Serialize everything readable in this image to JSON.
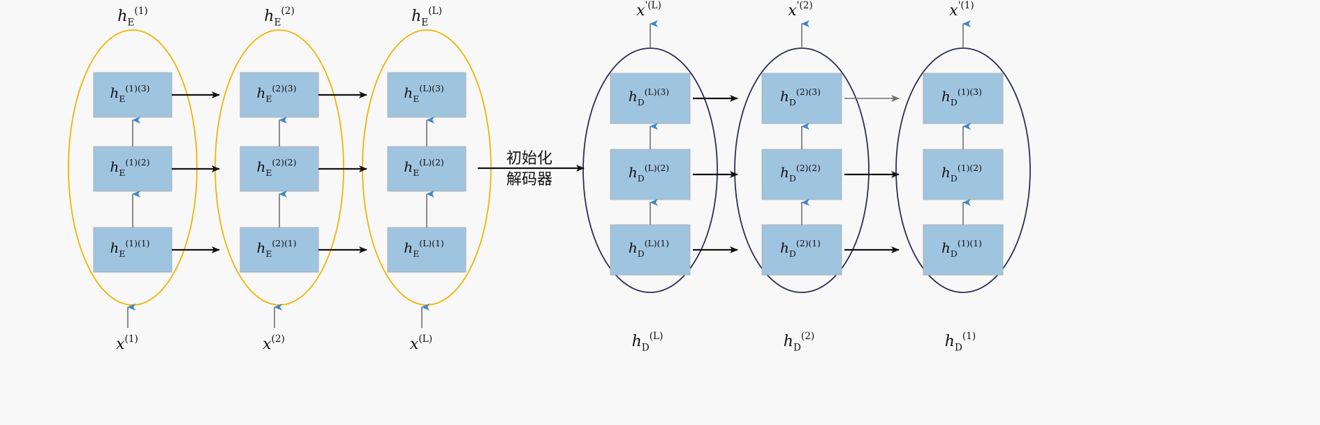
{
  "diagram": {
    "colors": {
      "background": "#f8f8f8",
      "box_fill": "#9fc4e0",
      "box_edge": "#b0b0b0",
      "encoder_ellipse": "#f0b400",
      "decoder_ellipse": "#2b2d5a",
      "arrow_black": "#111111",
      "arrow_gray": "#707070",
      "arrow_head_blue": "#3f86cc"
    },
    "bridge_label": {
      "line1": "初始化",
      "line2": "解码器"
    },
    "encoder": [
      {
        "top_label": {
          "base": "h",
          "sub": "E",
          "sup": "(1)"
        },
        "input_label": {
          "base": "x",
          "sup": "(1)"
        },
        "cells": [
          {
            "base": "h",
            "sub": "E",
            "sup": "(1)(3)"
          },
          {
            "base": "h",
            "sub": "E",
            "sup": "(1)(2)"
          },
          {
            "base": "h",
            "sub": "E",
            "sup": "(1)(1)"
          }
        ]
      },
      {
        "top_label": {
          "base": "h",
          "sub": "E",
          "sup": "(2)"
        },
        "input_label": {
          "base": "x",
          "sup": "(2)"
        },
        "cells": [
          {
            "base": "h",
            "sub": "E",
            "sup": "(2)(3)"
          },
          {
            "base": "h",
            "sub": "E",
            "sup": "(2)(2)"
          },
          {
            "base": "h",
            "sub": "E",
            "sup": "(2)(1)"
          }
        ]
      },
      {
        "top_label": {
          "base": "h",
          "sub": "E",
          "sup": "(L)"
        },
        "input_label": {
          "base": "x",
          "sup": "(L)"
        },
        "cells": [
          {
            "base": "h",
            "sub": "E",
            "sup": "(L)(3)"
          },
          {
            "base": "h",
            "sub": "E",
            "sup": "(L)(2)"
          },
          {
            "base": "h",
            "sub": "E",
            "sup": "(L)(1)"
          }
        ]
      }
    ],
    "decoder": [
      {
        "output_label": {
          "base": "x",
          "sup": "'(L)"
        },
        "bottom_label": {
          "base": "h",
          "sub": "D",
          "sup": "(L)"
        },
        "cells": [
          {
            "base": "h",
            "sub": "D",
            "sup": "(L)(3)"
          },
          {
            "base": "h",
            "sub": "D",
            "sup": "(L)(2)"
          },
          {
            "base": "h",
            "sub": "D",
            "sup": "(L)(1)"
          }
        ]
      },
      {
        "output_label": {
          "base": "x",
          "sup": "'(2)"
        },
        "bottom_label": {
          "base": "h",
          "sub": "D",
          "sup": "(2)"
        },
        "cells": [
          {
            "base": "h",
            "sub": "D",
            "sup": "(2)(3)"
          },
          {
            "base": "h",
            "sub": "D",
            "sup": "(2)(2)"
          },
          {
            "base": "h",
            "sub": "D",
            "sup": "(2)(1)"
          }
        ]
      },
      {
        "output_label": {
          "base": "x",
          "sup": "'(1)"
        },
        "bottom_label": {
          "base": "h",
          "sub": "D",
          "sup": "(1)"
        },
        "cells": [
          {
            "base": "h",
            "sub": "D",
            "sup": "(1)(3)"
          },
          {
            "base": "h",
            "sub": "D",
            "sup": "(1)(2)"
          },
          {
            "base": "h",
            "sub": "D",
            "sup": "(1)(1)"
          }
        ]
      }
    ]
  }
}
